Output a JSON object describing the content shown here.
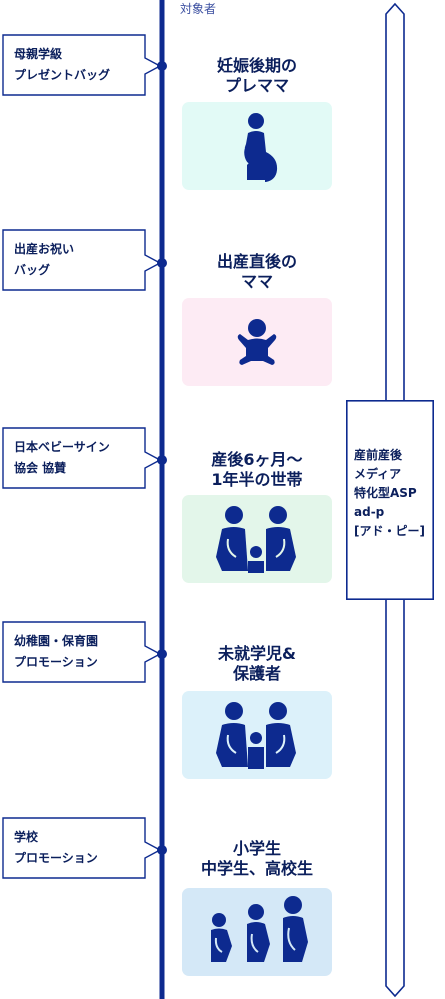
{
  "header_label": "対象者",
  "colors": {
    "line": "#0d2a8f",
    "text": "#0b1f5c",
    "pregnant_bg": "#e2faf6",
    "newborn_bg": "#fdebf4",
    "family_bg": "#e3f6ea",
    "preschool_bg": "#dcf1fa",
    "school_bg": "#d4e8f7"
  },
  "categories": [
    {
      "label": "母親学級\nプレゼントバッグ"
    },
    {
      "label": "出産お祝い\nバッグ"
    },
    {
      "label": "日本ベビーサイン\n協会 協賛"
    },
    {
      "label": "幼稚園・保育園\nプロモーション"
    },
    {
      "label": "学校\nプロモーション"
    }
  ],
  "targets": [
    {
      "title": "妊娠後期の\nプレママ",
      "icon": "pregnant-woman-icon"
    },
    {
      "title": "出産直後の\nママ",
      "icon": "baby-icon"
    },
    {
      "title": "産後6ヶ月～\n1年半の世帯",
      "icon": "family-with-baby-icon"
    },
    {
      "title": "未就学児&\n保護者",
      "icon": "family-with-child-icon"
    },
    {
      "title": "小学生\n中学生、高校生",
      "icon": "students-icon"
    }
  ],
  "media_label": "産前産後\nメディア\n特化型ASP\nad-p\n[アド・ピー]"
}
